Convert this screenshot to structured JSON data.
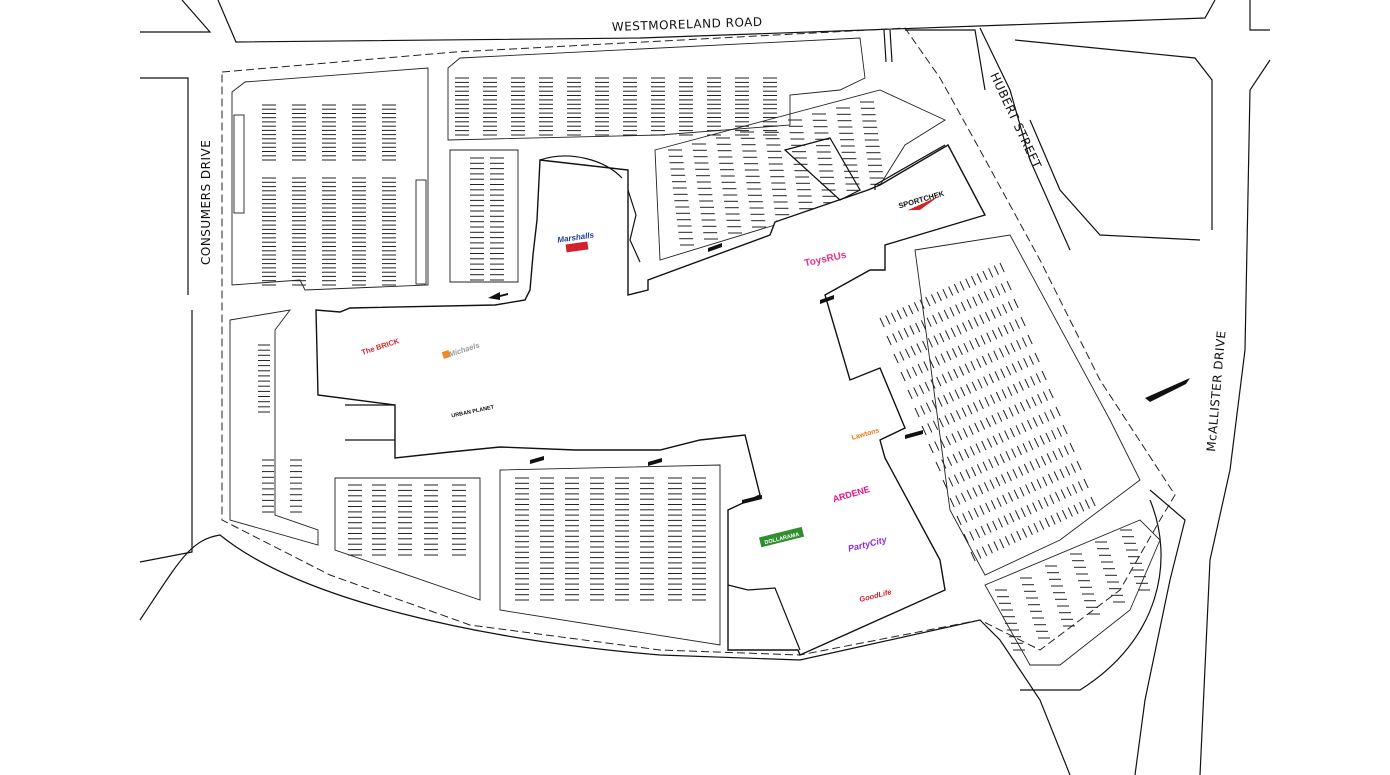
{
  "streets": {
    "north": "WESTMORELAND ROAD",
    "west": "CONSUMERS DRIVE",
    "northeast": "HUBERT STREET",
    "east": "McALLISTER DRIVE"
  },
  "stores": [
    {
      "id": "marshalls",
      "label": "Marshalls",
      "color": "#1f3f9e",
      "accent": "#d2232a"
    },
    {
      "id": "sportchek",
      "label": "SPORTCHEK",
      "color": "#111111",
      "accent": "#d2232a"
    },
    {
      "id": "toysrus",
      "label": "ToysRUs",
      "color": "#e8308a",
      "accent": "#1e9ad6"
    },
    {
      "id": "thebrick",
      "label": "The BRICK",
      "color": "#d2232a",
      "accent": "#d2232a"
    },
    {
      "id": "michaels",
      "label": "Michaels",
      "color": "#f08a24",
      "accent": "#999999"
    },
    {
      "id": "urbanplanet",
      "label": "URBAN PLANET",
      "color": "#111111",
      "accent": "#111111"
    },
    {
      "id": "lawtons",
      "label": "Lawtons",
      "color": "#e07a10",
      "accent": "#3a8a2a"
    },
    {
      "id": "ardene",
      "label": "ARDENE",
      "color": "#e0168a",
      "accent": "#e0168a"
    },
    {
      "id": "dollarama",
      "label": "DOLLARAMA",
      "color": "#2f8f2f",
      "accent": "#8cc63f"
    },
    {
      "id": "partycity",
      "label": "PartyCity",
      "color": "#8a2be2",
      "accent": "#f0a000"
    },
    {
      "id": "goodlife",
      "label": "GoodLife",
      "color": "#d2232a",
      "accent": "#d2232a"
    }
  ],
  "colors": {
    "line": "#111111",
    "background": "#ffffff"
  }
}
